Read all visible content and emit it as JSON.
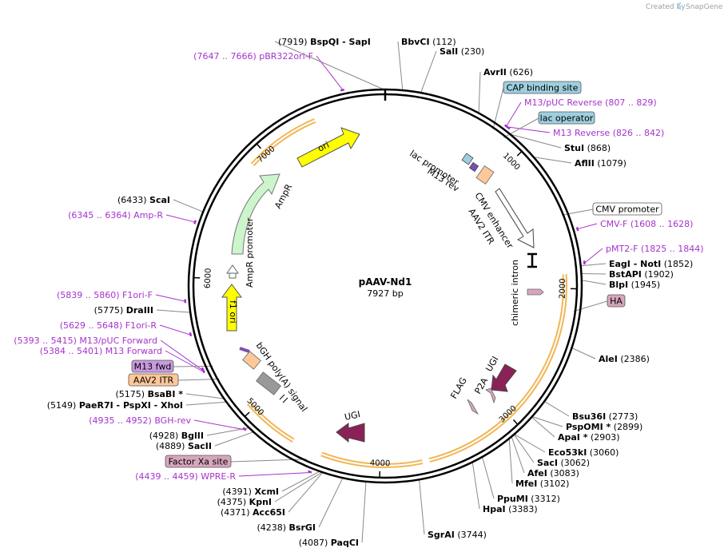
{
  "credit": {
    "prefix": "Created by",
    "brand": "SnapGene"
  },
  "plasmid": {
    "name": "pAAV-Nd1",
    "length": "7927 bp",
    "total_bp": 7927
  },
  "colors": {
    "enzyme": "#000000",
    "primer": "#a533cc",
    "ori": "#ffff00",
    "ampr": "#ccf5cc",
    "itr": "#ffc89a",
    "ugi": "#8b2257",
    "tag": "#d7a6bd",
    "lac": "#9ecfdf",
    "poly": "#999999",
    "highlight": "#f2b655"
  },
  "ticks": [
    {
      "label": "1000",
      "bp": 1000
    },
    {
      "label": "2000",
      "bp": 2000
    },
    {
      "label": "3000",
      "bp": 3000
    },
    {
      "label": "4000",
      "bp": 4000
    },
    {
      "label": "5000",
      "bp": 5000
    },
    {
      "label": "6000",
      "bp": 6000
    },
    {
      "label": "7000",
      "bp": 7000
    }
  ],
  "enzymes": [
    {
      "id": "bspqi",
      "pos": "(7919)",
      "name": "BspQI",
      "extra": " - SapI",
      "bp": 7919
    },
    {
      "id": "bbvci",
      "pos": "(112)",
      "name": "BbvCI",
      "extra": "",
      "bp": 112
    },
    {
      "id": "sali",
      "pos": "(230)",
      "name": "SalI",
      "extra": "",
      "bp": 230
    },
    {
      "id": "avrii",
      "pos": "(626)",
      "name": "AvrII",
      "extra": "",
      "bp": 626
    },
    {
      "id": "stui",
      "pos": "(868)",
      "name": "StuI",
      "extra": "",
      "bp": 868
    },
    {
      "id": "aflii",
      "pos": "(1079)",
      "name": "AflII",
      "extra": "",
      "bp": 1079
    },
    {
      "id": "eagi",
      "pos": "(1852)",
      "name": "EagI",
      "extra": " - NotI",
      "bp": 1852
    },
    {
      "id": "bstapi",
      "pos": "(1902)",
      "name": "BstAPI",
      "extra": "",
      "bp": 1902
    },
    {
      "id": "blpi",
      "pos": "(1945)",
      "name": "BlpI",
      "extra": "",
      "bp": 1945
    },
    {
      "id": "alei",
      "pos": "(2386)",
      "name": "AleI",
      "extra": "",
      "bp": 2386
    },
    {
      "id": "bsu36i",
      "pos": "(2773)",
      "name": "Bsu36I",
      "extra": "",
      "bp": 2773
    },
    {
      "id": "pspomi",
      "pos": "(2899)",
      "name": "PspOMI *",
      "extra": "",
      "bp": 2899
    },
    {
      "id": "apai",
      "pos": "(2903)",
      "name": "ApaI *",
      "extra": "",
      "bp": 2903
    },
    {
      "id": "eco53ki",
      "pos": "(3060)",
      "name": "Eco53kI",
      "extra": "",
      "bp": 3060
    },
    {
      "id": "saci1",
      "pos": "(3062)",
      "name": "SacI",
      "extra": "",
      "bp": 3062
    },
    {
      "id": "afei",
      "pos": "(3083)",
      "name": "AfeI",
      "extra": "",
      "bp": 3083
    },
    {
      "id": "mfei",
      "pos": "(3102)",
      "name": "MfeI",
      "extra": "",
      "bp": 3102
    },
    {
      "id": "ppumi",
      "pos": "(3312)",
      "name": "PpuMI",
      "extra": "",
      "bp": 3312
    },
    {
      "id": "hpai",
      "pos": "(3383)",
      "name": "HpaI",
      "extra": "",
      "bp": 3383
    },
    {
      "id": "sgrai",
      "pos": "(3744)",
      "name": "SgrAI",
      "extra": "",
      "bp": 3744
    },
    {
      "id": "paqci",
      "pos": "(4087)",
      "name": "PaqCI",
      "extra": "",
      "bp": 4087
    },
    {
      "id": "bsrgi",
      "pos": "(4238)",
      "name": "BsrGI",
      "extra": "",
      "bp": 4238
    },
    {
      "id": "acc65i",
      "pos": "(4371)",
      "name": "Acc65I",
      "extra": "",
      "bp": 4371
    },
    {
      "id": "kpni",
      "pos": "(4375)",
      "name": "KpnI",
      "extra": "",
      "bp": 4375
    },
    {
      "id": "xcmi",
      "pos": "(4391)",
      "name": "XcmI",
      "extra": "",
      "bp": 4391
    },
    {
      "id": "sacii",
      "pos": "(4889)",
      "name": "SacII",
      "extra": "",
      "bp": 4889
    },
    {
      "id": "bglii",
      "pos": "(4928)",
      "name": "BglII",
      "extra": "",
      "bp": 4928
    },
    {
      "id": "paer7i",
      "pos": "(5149)",
      "name": "PaeR7I",
      "extra": " - PspXI - XhoI",
      "bp": 5149
    },
    {
      "id": "bsabi",
      "pos": "(5175)",
      "name": "BsaBI *",
      "extra": "",
      "bp": 5175
    },
    {
      "id": "draiii",
      "pos": "(5775)",
      "name": "DraIII",
      "extra": "",
      "bp": 5775
    },
    {
      "id": "scai",
      "pos": "(6433)",
      "name": "ScaI",
      "extra": "",
      "bp": 6433
    }
  ],
  "primers": [
    {
      "id": "pbr322ori-f",
      "text": "(7647 .. 7666)  pBR322ori-F",
      "bp": 7656
    },
    {
      "id": "m13-puc-reverse",
      "text": "M13/pUC Reverse     (807 .. 829)",
      "bp": 818
    },
    {
      "id": "m13-reverse",
      "text": "M13 Reverse     (826 .. 842)",
      "bp": 834
    },
    {
      "id": "cmv-f",
      "text": "CMV-F     (1608 .. 1628)",
      "bp": 1618
    },
    {
      "id": "pmt2-f",
      "text": "pMT2-F     (1825 .. 1844)",
      "bp": 1834
    },
    {
      "id": "amp-r",
      "text": "(6345 .. 6364)  Amp-R",
      "bp": 6354
    },
    {
      "id": "f1ori-f",
      "text": "(5839 .. 5860)  F1ori-F",
      "bp": 5850
    },
    {
      "id": "f1ori-r",
      "text": "(5629 .. 5648)  F1ori-R",
      "bp": 5638
    },
    {
      "id": "m13-puc-forward",
      "text": "(5393 .. 5415)  M13/pUC Forward",
      "bp": 5404
    },
    {
      "id": "m13-forward",
      "text": "(5384 .. 5401)  M13 Forward",
      "bp": 5392
    },
    {
      "id": "bgh-rev",
      "text": "(4935 .. 4952)  BGH-rev",
      "bp": 4943
    },
    {
      "id": "wpre-r",
      "text": "(4439 .. 4459)  WPRE-R",
      "bp": 4449
    }
  ],
  "boxed_features": [
    {
      "id": "cap-binding-site",
      "text": "CAP binding site",
      "bp": 760,
      "color": "#9ecfdf"
    },
    {
      "id": "lac-operator",
      "text": "lac operator",
      "bp": 850,
      "color": "#9ecfdf"
    },
    {
      "id": "cmv-promoter",
      "text": "CMV promoter",
      "bp": 1500,
      "color": "#ffffff"
    },
    {
      "id": "ha",
      "text": "HA",
      "bp": 2150,
      "color": "#d7a6bd"
    },
    {
      "id": "m13-fwd",
      "text": "M13 fwd",
      "bp": 5396,
      "color": "#c99ae0"
    },
    {
      "id": "aav2-itr-left",
      "text": "AAV2 ITR",
      "bp": 5300,
      "color": "#ffc89a"
    },
    {
      "id": "factor-xa-site",
      "text": "Factor Xa site",
      "bp": 4500,
      "color": "#d7a6bd"
    }
  ],
  "inner_labels": {
    "ori": "ori",
    "ampr": "AmpR",
    "ampr_promoter": "AmpR promoter",
    "f1_ori": "f1 ori",
    "lac_promoter": "lac promoter",
    "m13_rev": "M13 rev",
    "cmv_enhancer": "CMV enhancer",
    "aav2_itr": "AAV2 ITR",
    "chimeric_intron": "chimeric intron",
    "ugi_inner": "UGI",
    "p2a": "P2A",
    "flag": "FLAG",
    "ugi_outer": "UGI",
    "bgh_polya": "bGH poly(A) signal"
  }
}
